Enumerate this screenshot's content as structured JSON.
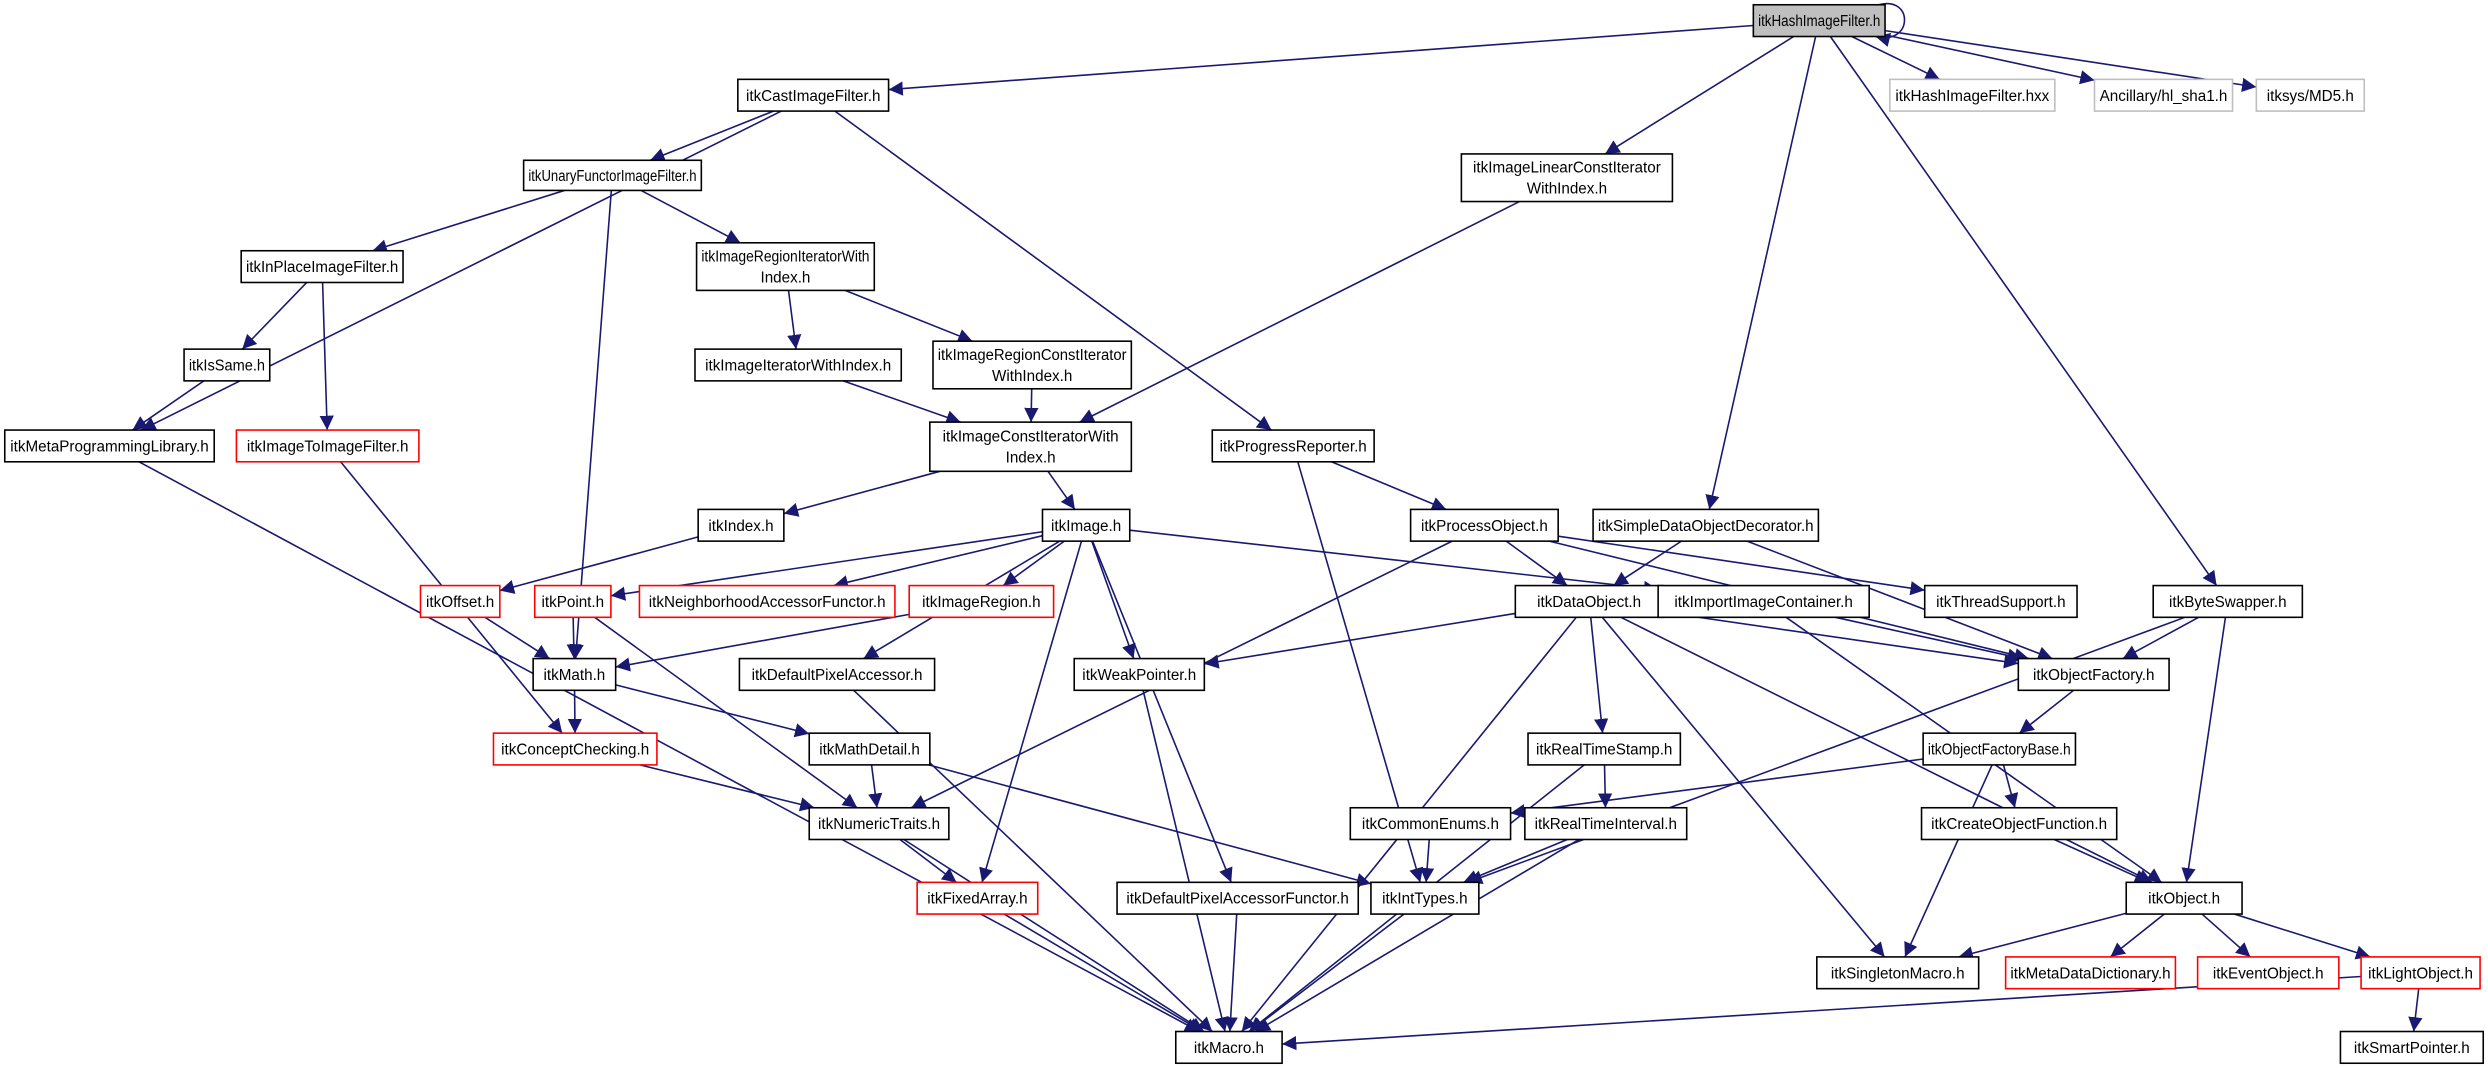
{
  "colors": {
    "edge": "#191970",
    "node_border": "#000000",
    "incomplete_border": "#ff0000",
    "external_border": "#bfbfbf",
    "current_fill": "#bfbfbf",
    "background": "#ffffff"
  },
  "nodes": [
    {
      "id": "hash",
      "lines": [
        "itkHashImageFilter.h"
      ],
      "kind": "current"
    },
    {
      "id": "cast",
      "lines": [
        "itkCastImageFilter.h"
      ],
      "kind": "normal"
    },
    {
      "id": "hxx",
      "lines": [
        "itkHashImageFilter.hxx"
      ],
      "kind": "external"
    },
    {
      "id": "sha1",
      "lines": [
        "Ancillary/hl_sha1.h"
      ],
      "kind": "external"
    },
    {
      "id": "md5",
      "lines": [
        "itksys/MD5.h"
      ],
      "kind": "external"
    },
    {
      "id": "unary",
      "lines": [
        "itkUnaryFunctorImageFilter.h"
      ],
      "kind": "normal"
    },
    {
      "id": "linear",
      "lines": [
        "itkImageLinearConstIterator",
        "WithIndex.h"
      ],
      "kind": "normal"
    },
    {
      "id": "inplace",
      "lines": [
        "itkInPlaceImageFilter.h"
      ],
      "kind": "normal"
    },
    {
      "id": "regioniter",
      "lines": [
        "itkImageRegionIteratorWith",
        "Index.h"
      ],
      "kind": "normal"
    },
    {
      "id": "issame",
      "lines": [
        "itkIsSame.h"
      ],
      "kind": "normal"
    },
    {
      "id": "imageiter",
      "lines": [
        "itkImageIteratorWithIndex.h"
      ],
      "kind": "normal"
    },
    {
      "id": "regionconst",
      "lines": [
        "itkImageRegionConstIterator",
        "WithIndex.h"
      ],
      "kind": "normal"
    },
    {
      "id": "metaprog",
      "lines": [
        "itkMetaProgrammingLibrary.h"
      ],
      "kind": "normal"
    },
    {
      "id": "img2img",
      "lines": [
        "itkImageToImageFilter.h"
      ],
      "kind": "incomplete"
    },
    {
      "id": "constiter",
      "lines": [
        "itkImageConstIteratorWith",
        "Index.h"
      ],
      "kind": "normal"
    },
    {
      "id": "progress",
      "lines": [
        "itkProgressReporter.h"
      ],
      "kind": "normal"
    },
    {
      "id": "index",
      "lines": [
        "itkIndex.h"
      ],
      "kind": "normal"
    },
    {
      "id": "image",
      "lines": [
        "itkImage.h"
      ],
      "kind": "normal"
    },
    {
      "id": "process",
      "lines": [
        "itkProcessObject.h"
      ],
      "kind": "normal"
    },
    {
      "id": "simpledec",
      "lines": [
        "itkSimpleDataObjectDecorator.h"
      ],
      "kind": "normal"
    },
    {
      "id": "offset",
      "lines": [
        "itkOffset.h"
      ],
      "kind": "incomplete"
    },
    {
      "id": "point",
      "lines": [
        "itkPoint.h"
      ],
      "kind": "incomplete"
    },
    {
      "id": "neighbor",
      "lines": [
        "itkNeighborhoodAccessorFunctor.h"
      ],
      "kind": "incomplete"
    },
    {
      "id": "region",
      "lines": [
        "itkImageRegion.h"
      ],
      "kind": "incomplete"
    },
    {
      "id": "dataobj",
      "lines": [
        "itkDataObject.h"
      ],
      "kind": "normal"
    },
    {
      "id": "import",
      "lines": [
        "itkImportImageContainer.h"
      ],
      "kind": "normal"
    },
    {
      "id": "thread",
      "lines": [
        "itkThreadSupport.h"
      ],
      "kind": "normal"
    },
    {
      "id": "byteswap",
      "lines": [
        "itkByteSwapper.h"
      ],
      "kind": "normal"
    },
    {
      "id": "math",
      "lines": [
        "itkMath.h"
      ],
      "kind": "normal"
    },
    {
      "id": "defpix",
      "lines": [
        "itkDefaultPixelAccessor.h"
      ],
      "kind": "normal"
    },
    {
      "id": "weak",
      "lines": [
        "itkWeakPointer.h"
      ],
      "kind": "normal"
    },
    {
      "id": "objfactory",
      "lines": [
        "itkObjectFactory.h"
      ],
      "kind": "normal"
    },
    {
      "id": "concept",
      "lines": [
        "itkConceptChecking.h"
      ],
      "kind": "incomplete"
    },
    {
      "id": "mathdetail",
      "lines": [
        "itkMathDetail.h"
      ],
      "kind": "normal"
    },
    {
      "id": "rtstamp",
      "lines": [
        "itkRealTimeStamp.h"
      ],
      "kind": "normal"
    },
    {
      "id": "ofbase",
      "lines": [
        "itkObjectFactoryBase.h"
      ],
      "kind": "normal"
    },
    {
      "id": "numeric",
      "lines": [
        "itkNumericTraits.h"
      ],
      "kind": "normal"
    },
    {
      "id": "enums",
      "lines": [
        "itkCommonEnums.h"
      ],
      "kind": "normal"
    },
    {
      "id": "rtinterval",
      "lines": [
        "itkRealTimeInterval.h"
      ],
      "kind": "normal"
    },
    {
      "id": "createobj",
      "lines": [
        "itkCreateObjectFunction.h"
      ],
      "kind": "normal"
    },
    {
      "id": "fixed",
      "lines": [
        "itkFixedArray.h"
      ],
      "kind": "incomplete"
    },
    {
      "id": "defpixfunc",
      "lines": [
        "itkDefaultPixelAccessorFunctor.h"
      ],
      "kind": "normal"
    },
    {
      "id": "inttypes",
      "lines": [
        "itkIntTypes.h"
      ],
      "kind": "normal"
    },
    {
      "id": "object",
      "lines": [
        "itkObject.h"
      ],
      "kind": "normal"
    },
    {
      "id": "singleton",
      "lines": [
        "itkSingletonMacro.h"
      ],
      "kind": "normal"
    },
    {
      "id": "metadict",
      "lines": [
        "itkMetaDataDictionary.h"
      ],
      "kind": "incomplete"
    },
    {
      "id": "event",
      "lines": [
        "itkEventObject.h"
      ],
      "kind": "incomplete"
    },
    {
      "id": "light",
      "lines": [
        "itkLightObject.h"
      ],
      "kind": "incomplete"
    },
    {
      "id": "macro",
      "lines": [
        "itkMacro.h"
      ],
      "kind": "normal"
    },
    {
      "id": "smart",
      "lines": [
        "itkSmartPointer.h"
      ],
      "kind": "normal"
    }
  ],
  "edges": [
    [
      "hash",
      "hash"
    ],
    [
      "hash",
      "cast"
    ],
    [
      "hash",
      "linear"
    ],
    [
      "hash",
      "hxx"
    ],
    [
      "hash",
      "sha1"
    ],
    [
      "hash",
      "md5"
    ],
    [
      "hash",
      "simpledec"
    ],
    [
      "hash",
      "byteswap"
    ],
    [
      "cast",
      "unary"
    ],
    [
      "cast",
      "metaprog"
    ],
    [
      "cast",
      "progress"
    ],
    [
      "unary",
      "inplace"
    ],
    [
      "unary",
      "regioniter"
    ],
    [
      "unary",
      "math"
    ],
    [
      "inplace",
      "issame"
    ],
    [
      "inplace",
      "img2img"
    ],
    [
      "issame",
      "metaprog"
    ],
    [
      "regioniter",
      "imageiter"
    ],
    [
      "regioniter",
      "regionconst"
    ],
    [
      "imageiter",
      "constiter"
    ],
    [
      "regionconst",
      "constiter"
    ],
    [
      "linear",
      "constiter"
    ],
    [
      "constiter",
      "index"
    ],
    [
      "constiter",
      "image"
    ],
    [
      "metaprog",
      "macro"
    ],
    [
      "img2img",
      "concept"
    ],
    [
      "progress",
      "process"
    ],
    [
      "progress",
      "inttypes"
    ],
    [
      "index",
      "offset"
    ],
    [
      "image",
      "point"
    ],
    [
      "image",
      "neighbor"
    ],
    [
      "image",
      "region"
    ],
    [
      "image",
      "defpix"
    ],
    [
      "image",
      "fixed"
    ],
    [
      "image",
      "weak"
    ],
    [
      "image",
      "defpixfunc"
    ],
    [
      "image",
      "import"
    ],
    [
      "process",
      "dataobj"
    ],
    [
      "process",
      "numeric"
    ],
    [
      "process",
      "thread"
    ],
    [
      "process",
      "objfactory"
    ],
    [
      "simpledec",
      "dataobj"
    ],
    [
      "simpledec",
      "objfactory"
    ],
    [
      "offset",
      "math"
    ],
    [
      "point",
      "math"
    ],
    [
      "point",
      "numeric"
    ],
    [
      "region",
      "math"
    ],
    [
      "dataobj",
      "weak"
    ],
    [
      "dataobj",
      "rtstamp"
    ],
    [
      "dataobj",
      "macro"
    ],
    [
      "dataobj",
      "objfactory"
    ],
    [
      "dataobj",
      "singleton"
    ],
    [
      "dataobj",
      "object"
    ],
    [
      "import",
      "objfactory"
    ],
    [
      "import",
      "object"
    ],
    [
      "byteswap",
      "objfactory"
    ],
    [
      "byteswap",
      "object"
    ],
    [
      "byteswap",
      "inttypes"
    ],
    [
      "math",
      "concept"
    ],
    [
      "math",
      "mathdetail"
    ],
    [
      "defpix",
      "macro"
    ],
    [
      "weak",
      "macro"
    ],
    [
      "objfactory",
      "ofbase"
    ],
    [
      "concept",
      "numeric"
    ],
    [
      "mathdetail",
      "numeric"
    ],
    [
      "mathdetail",
      "inttypes"
    ],
    [
      "rtstamp",
      "rtinterval"
    ],
    [
      "rtstamp",
      "macro"
    ],
    [
      "ofbase",
      "enums"
    ],
    [
      "ofbase",
      "singleton"
    ],
    [
      "ofbase",
      "createobj"
    ],
    [
      "numeric",
      "fixed"
    ],
    [
      "numeric",
      "macro"
    ],
    [
      "enums",
      "inttypes"
    ],
    [
      "rtinterval",
      "inttypes"
    ],
    [
      "rtinterval",
      "macro"
    ],
    [
      "createobj",
      "object"
    ],
    [
      "fixed",
      "macro"
    ],
    [
      "defpixfunc",
      "macro"
    ],
    [
      "inttypes",
      "macro"
    ],
    [
      "object",
      "singleton"
    ],
    [
      "object",
      "metadict"
    ],
    [
      "object",
      "event"
    ],
    [
      "object",
      "light"
    ],
    [
      "light",
      "macro"
    ],
    [
      "light",
      "smart"
    ]
  ]
}
